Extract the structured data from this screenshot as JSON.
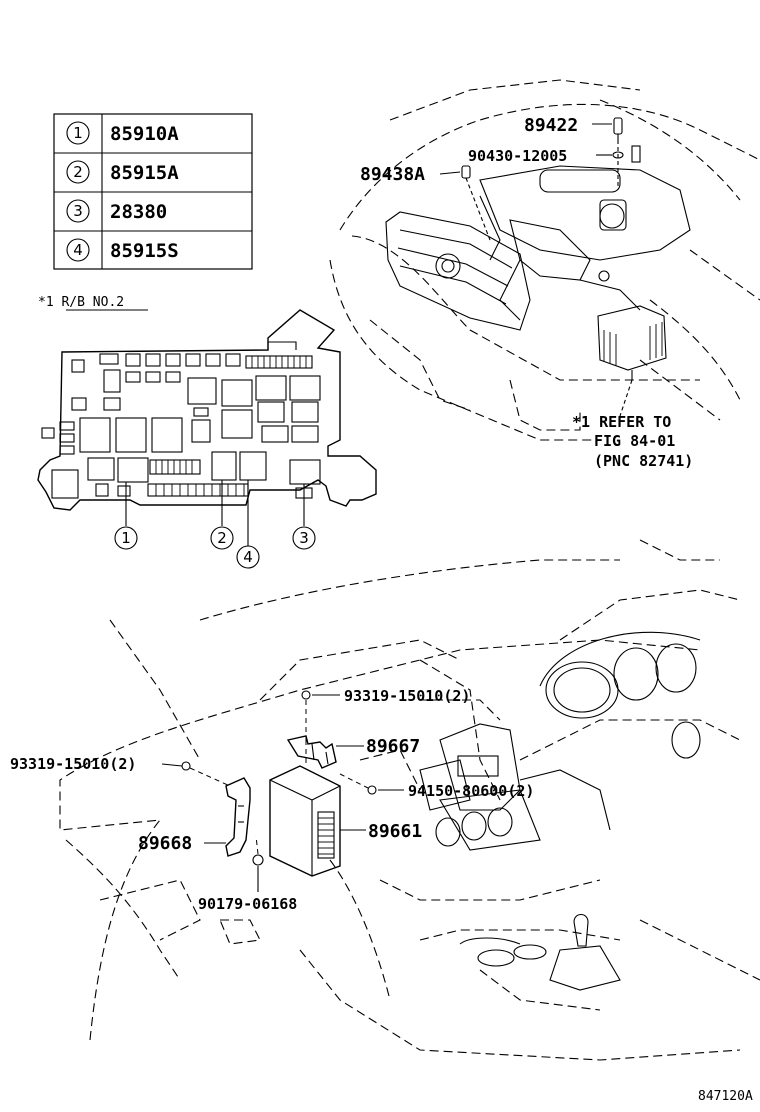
{
  "parts_table": {
    "rows": [
      {
        "ref": "1",
        "part": "85910A"
      },
      {
        "ref": "2",
        "part": "85915A"
      },
      {
        "ref": "3",
        "part": "28380"
      },
      {
        "ref": "4",
        "part": "85915S"
      }
    ]
  },
  "relay_block": {
    "note": "*1 R/B NO.2",
    "callouts": [
      "1",
      "2",
      "4",
      "3"
    ]
  },
  "engine_view": {
    "labels": {
      "sensor_top": "89422",
      "gasket": "90430-12005",
      "sensor_left": "89438A"
    },
    "refer_note": {
      "line1": "*1 REFER TO",
      "line2": "FIG 84-01",
      "line3": "(PNC 82741)"
    }
  },
  "dash_view": {
    "labels": {
      "screw_top": "93319-15010(2)",
      "bracket_right": "89667",
      "screw_left": "93319-15010(2)",
      "nut": "94150-80600(2)",
      "ecu": "89661",
      "bracket_left": "89668",
      "bolt": "90179-06168"
    }
  },
  "figure_id": "847120A"
}
